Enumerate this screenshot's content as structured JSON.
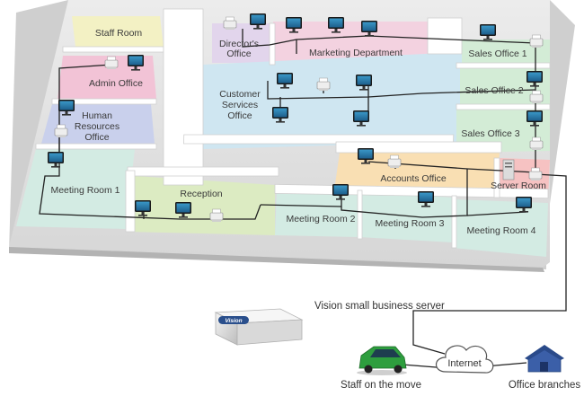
{
  "rooms": {
    "staff_room": "Staff Room",
    "admin_office": "Admin Office",
    "hr_office": [
      "Human",
      "Resources",
      "Office"
    ],
    "meeting_room_1": "Meeting Room 1",
    "directors_office": [
      "Director's",
      "Office"
    ],
    "marketing": "Marketing Department",
    "customer_services": [
      "Customer",
      "Services",
      "Office"
    ],
    "reception": "Reception",
    "sales_office_1": "Sales Office 1",
    "sales_office_2": "Sales Office 2",
    "sales_office_3": "Sales Office 3",
    "accounts_office": "Accounts Office",
    "server_room": "Server Room",
    "meeting_room_2": "Meeting Room 2",
    "meeting_room_3": "Meeting Room 3",
    "meeting_room_4": "Meeting Room 4"
  },
  "external": {
    "server_label": "Vision small business server",
    "server_logo": "Vision",
    "internet": "Internet",
    "staff_on_move": "Staff on the move",
    "office_branches": "Office branches"
  },
  "colors": {
    "staff_room": "#f3f1c4",
    "admin_office": "#f2c3d6",
    "hr_office": "#c9d0ec",
    "meeting_room_1": "#d3ebe3",
    "directors_office": "#e2d5ec",
    "marketing": "#f3d2e0",
    "customer_services": "#cfe6f1",
    "reception": "#dcebc2",
    "sales_offices": "#d3ecd6",
    "accounts_office": "#f9dfb3",
    "server_room": "#f6c2c2",
    "meeting_rooms": "#d3ebe3",
    "network_line": "#222222"
  }
}
